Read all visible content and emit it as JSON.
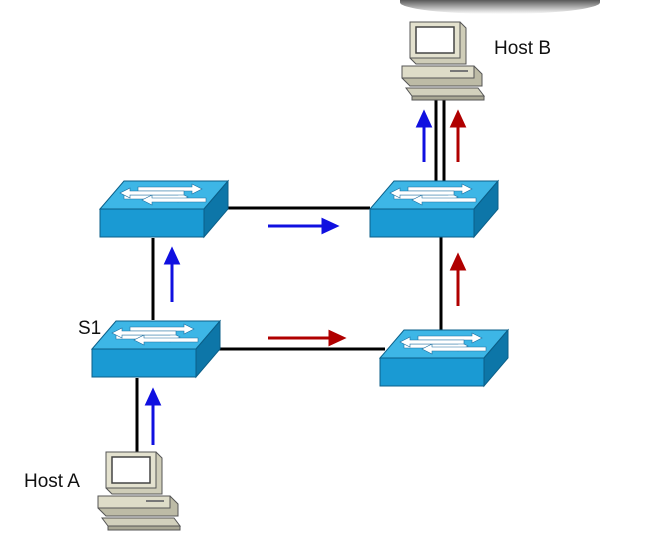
{
  "diagram": {
    "hosts": [
      {
        "id": "host-a",
        "label": "Host A"
      },
      {
        "id": "host-b",
        "label": "Host B"
      }
    ],
    "switches": [
      {
        "id": "s1",
        "label": "S1"
      },
      {
        "id": "sw-top-left",
        "label": ""
      },
      {
        "id": "sw-top-right",
        "label": ""
      },
      {
        "id": "sw-bottom-right",
        "label": ""
      }
    ],
    "links": [
      {
        "from": "host-a",
        "to": "s1"
      },
      {
        "from": "s1",
        "to": "sw-top-left"
      },
      {
        "from": "sw-top-left",
        "to": "sw-top-right"
      },
      {
        "from": "s1",
        "to": "sw-bottom-right"
      },
      {
        "from": "sw-bottom-right",
        "to": "sw-top-right"
      },
      {
        "from": "sw-top-right",
        "to": "host-b"
      }
    ],
    "flow_colors": {
      "blue": "#1010e0",
      "red": "#b00000"
    },
    "switch_colors": {
      "top": "#3db6e6",
      "front": "#1a9ad3",
      "side": "#0d76a8"
    }
  }
}
